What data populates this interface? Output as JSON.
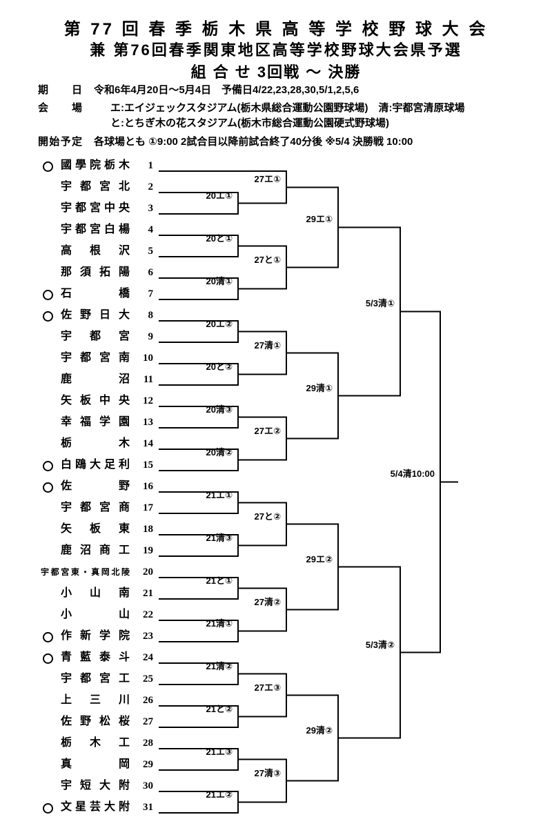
{
  "header": {
    "title1": "第 77 回 春 季 栃 木 県 高 等 学 校 野 球 大 会",
    "title2": "兼 第76回春季関東地区高等学校野球大会県予選",
    "title3": "組 合 せ 3回戦 〜 決勝"
  },
  "info": {
    "date_label": "期日",
    "date_value": "令和6年4月20日〜5月4日　予備日4/22,23,28,30,5/1,2,5,6",
    "venue_label": "会場",
    "venue_value1": "エ:エイジェックスタジアム(栃木県総合運動公園野球場)　清:宇都宮清原球場",
    "venue_value2": "と:とちぎ木の花スタジアム(栃木市総合運動公園硬式野球場)",
    "start_label": "開始予定",
    "start_value": "各球場とも ①9:00 2試合目以降前試合終了40分後 ※5/4 決勝戦 10:00"
  },
  "bracket": {
    "teams": [
      {
        "no": 1,
        "name": "國學院栃木",
        "seed": true
      },
      {
        "no": 2,
        "name": "宇都宮北",
        "seed": false
      },
      {
        "no": 3,
        "name": "宇都宮中央",
        "seed": false
      },
      {
        "no": 4,
        "name": "宇都宮白楊",
        "seed": false
      },
      {
        "no": 5,
        "name": "高根沢",
        "seed": false
      },
      {
        "no": 6,
        "name": "那須拓陽",
        "seed": false
      },
      {
        "no": 7,
        "name": "石橋",
        "seed": true
      },
      {
        "no": 8,
        "name": "佐野日大",
        "seed": true
      },
      {
        "no": 9,
        "name": "宇都宮",
        "seed": false
      },
      {
        "no": 10,
        "name": "宇都宮南",
        "seed": false
      },
      {
        "no": 11,
        "name": "鹿沼",
        "seed": false
      },
      {
        "no": 12,
        "name": "矢板中央",
        "seed": false
      },
      {
        "no": 13,
        "name": "幸福学園",
        "seed": false
      },
      {
        "no": 14,
        "name": "栃木",
        "seed": false
      },
      {
        "no": 15,
        "name": "白鴎大足利",
        "seed": true
      },
      {
        "no": 16,
        "name": "佐野",
        "seed": true
      },
      {
        "no": 17,
        "name": "宇都宮商",
        "seed": false
      },
      {
        "no": 18,
        "name": "矢板東",
        "seed": false
      },
      {
        "no": 19,
        "name": "鹿沼商工",
        "seed": false
      },
      {
        "no": 20,
        "name": "宇都宮東・真岡北陵",
        "seed": false,
        "small": true
      },
      {
        "no": 21,
        "name": "小山南",
        "seed": false
      },
      {
        "no": 22,
        "name": "小山",
        "seed": false
      },
      {
        "no": 23,
        "name": "作新学院",
        "seed": true
      },
      {
        "no": 24,
        "name": "青藍泰斗",
        "seed": true
      },
      {
        "no": 25,
        "name": "宇都宮工",
        "seed": false
      },
      {
        "no": 26,
        "name": "上三川",
        "seed": false
      },
      {
        "no": 27,
        "name": "佐野松桜",
        "seed": false
      },
      {
        "no": 28,
        "name": "栃木工",
        "seed": false
      },
      {
        "no": 29,
        "name": "真岡",
        "seed": false
      },
      {
        "no": 30,
        "name": "宇短大附",
        "seed": false
      },
      {
        "no": 31,
        "name": "文星芸大附",
        "seed": true
      }
    ],
    "matches": [
      {
        "id": "A1",
        "round": 1,
        "label": "20エ①",
        "top": "T2",
        "bottom": "T3"
      },
      {
        "id": "A2",
        "round": 1,
        "label": "20と①",
        "top": "T4",
        "bottom": "T5"
      },
      {
        "id": "A3",
        "round": 1,
        "label": "20清①",
        "top": "T6",
        "bottom": "T7"
      },
      {
        "id": "A4",
        "round": 1,
        "label": "20エ②",
        "top": "T8",
        "bottom": "T9"
      },
      {
        "id": "A5",
        "round": 1,
        "label": "20と②",
        "top": "T10",
        "bottom": "T11"
      },
      {
        "id": "A6",
        "round": 1,
        "label": "20清③",
        "top": "T12",
        "bottom": "T13"
      },
      {
        "id": "A7",
        "round": 1,
        "label": "20清②",
        "top": "T14",
        "bottom": "T15"
      },
      {
        "id": "A8",
        "round": 1,
        "label": "21エ①",
        "top": "T16",
        "bottom": "T17"
      },
      {
        "id": "A9",
        "round": 1,
        "label": "21清③",
        "top": "T18",
        "bottom": "T19"
      },
      {
        "id": "A10",
        "round": 1,
        "label": "21と①",
        "top": "T20",
        "bottom": "T21"
      },
      {
        "id": "A11",
        "round": 1,
        "label": "21清①",
        "top": "T22",
        "bottom": "T23"
      },
      {
        "id": "A12",
        "round": 1,
        "label": "21清②",
        "top": "T24",
        "bottom": "T25"
      },
      {
        "id": "A13",
        "round": 1,
        "label": "21と②",
        "top": "T26",
        "bottom": "T27"
      },
      {
        "id": "A14",
        "round": 1,
        "label": "21エ③",
        "top": "T28",
        "bottom": "T29"
      },
      {
        "id": "A15",
        "round": 1,
        "label": "21エ②",
        "top": "T30",
        "bottom": "T31"
      },
      {
        "id": "B1",
        "round": 2,
        "label": "27エ①",
        "top": "T1",
        "bottom": "A1"
      },
      {
        "id": "B2",
        "round": 2,
        "label": "27と①",
        "top": "A2",
        "bottom": "A3"
      },
      {
        "id": "B3",
        "round": 2,
        "label": "27清①",
        "top": "A4",
        "bottom": "A5"
      },
      {
        "id": "B4",
        "round": 2,
        "label": "27エ②",
        "top": "A6",
        "bottom": "A7"
      },
      {
        "id": "B5",
        "round": 2,
        "label": "27と②",
        "top": "A8",
        "bottom": "A9"
      },
      {
        "id": "B6",
        "round": 2,
        "label": "27清②",
        "top": "A10",
        "bottom": "A11"
      },
      {
        "id": "B7",
        "round": 2,
        "label": "27エ③",
        "top": "A12",
        "bottom": "A13"
      },
      {
        "id": "B8",
        "round": 2,
        "label": "27清③",
        "top": "A14",
        "bottom": "A15"
      },
      {
        "id": "C1",
        "round": 3,
        "label": "29エ①",
        "top": "B1",
        "bottom": "B2"
      },
      {
        "id": "C2",
        "round": 3,
        "label": "29清①",
        "top": "B3",
        "bottom": "B4"
      },
      {
        "id": "C3",
        "round": 3,
        "label": "29エ②",
        "top": "B5",
        "bottom": "B6"
      },
      {
        "id": "C4",
        "round": 3,
        "label": "29清②",
        "top": "B7",
        "bottom": "B8"
      },
      {
        "id": "D1",
        "round": 4,
        "label": "5/3清①",
        "top": "C1",
        "bottom": "C2"
      },
      {
        "id": "D2",
        "round": 4,
        "label": "5/3清②",
        "top": "C3",
        "bottom": "C4"
      },
      {
        "id": "E1",
        "round": 5,
        "label": "5/4清10:00",
        "top": "D1",
        "bottom": "D2"
      }
    ]
  }
}
